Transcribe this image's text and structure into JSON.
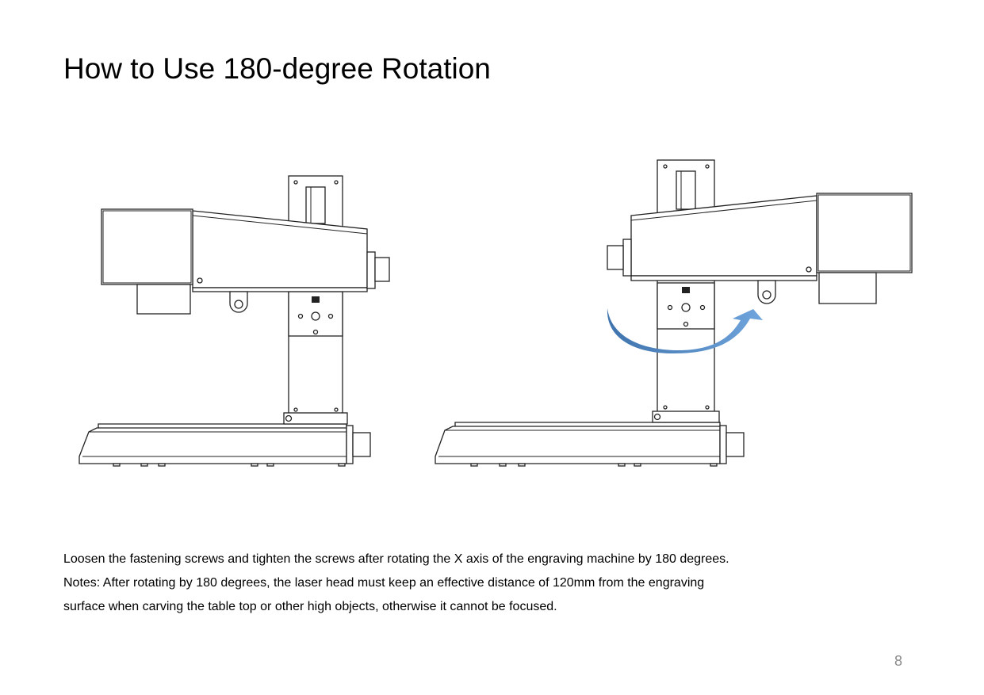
{
  "page": {
    "title": "How to Use 180-degree Rotation",
    "caption_lines": [
      "Loosen the fastening screws and tighten the screws after rotating the X axis of the engraving machine by 180 degrees.",
      "Notes: After rotating by 180 degrees, the laser head must keep an effective distance of 120mm from the engraving",
      "surface when carving the table top or other high objects, otherwise it cannot be focused."
    ],
    "page_number": "8"
  },
  "figure": {
    "arrow_color": "#5b93cf"
  }
}
